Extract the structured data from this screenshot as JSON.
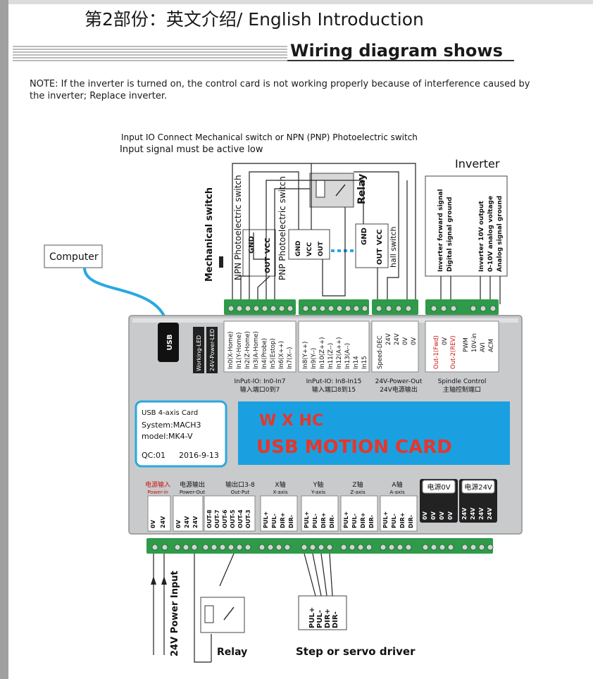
{
  "header": {
    "title": "第2部份：英文介绍/ English Introduction",
    "section_title": "Wiring diagram shows",
    "note": "NOTE: If the inverter is turned on, the control card is not working properly because of interference caused by the inverter; Replace inverter."
  },
  "labels": {
    "input_caption_1": "Input IO Connect Mechanical switch or NPN (PNP) Photoelectric switch",
    "input_caption_2": "Input signal must be active low",
    "inverter": "Inverter",
    "computer": "Computer",
    "mechanical_switch": "Mechanical switch",
    "npn": "NPN Photoelectric switch",
    "pnp": "PNP Photoelectric switch",
    "relay": "Relay",
    "hall_switch": "hall switch",
    "gnd": "GND",
    "vcc": "VCC",
    "out": "OUT",
    "inverter_signals": [
      "Inverter forward signal",
      "Digital signal ground",
      "Inverter 10V output",
      "0-10V analog voltage",
      "Analog signal ground"
    ],
    "power_input": "24V Power Input",
    "relay_bottom": "Relay",
    "driver_signals": [
      "PUL+",
      "PUL-",
      "DIR+",
      "DIR-"
    ],
    "step_driver": "Step or servo driver"
  },
  "card": {
    "usb": "USB",
    "leds": [
      "Working-LED",
      "24V-Power-LED"
    ],
    "inputs_1": [
      "In0(X-Home)",
      "In1(Y-Home)",
      "In2(Z-Home)",
      "In3(A-Home)",
      "In4(Probe)",
      "In5(Estop)",
      "In6(X++)",
      "In7(X--)"
    ],
    "inputs_1_caption": "InPut-IO: In0-In7",
    "inputs_1_caption_cn": "输入端口0到7",
    "inputs_2": [
      "In8(Y++)",
      "In9(Y--)",
      "In10(Z++)",
      "In11(Z--)",
      "In12(A++)",
      "In13(A--)",
      "In14",
      "In15"
    ],
    "inputs_2_caption": "InPut-IO: In8-In15",
    "inputs_2_caption_cn": "输入端口8到15",
    "power_out": [
      "Speed-DEC",
      "24V",
      "24V",
      "0V",
      "0V"
    ],
    "power_out_caption": "24V-Power-Out",
    "power_out_caption_cn": "24V电源输出",
    "spindle": [
      "Out-1(Fwd)",
      "0V",
      "Out-2(REV)",
      "PWM",
      "10V-in",
      "AVI",
      "ACM"
    ],
    "spindle_caption": "Spindle Control",
    "spindle_caption_cn": "主轴控制端口",
    "info": {
      "line1": "USB 4-axis Card",
      "line2": "System:MACH3",
      "line3": "model:MK4-V",
      "qc": "QC:01",
      "date": "2016-9-13"
    },
    "logo": "W X HC",
    "banner": "USB MOTION CARD",
    "bottom_groups": {
      "power_in_cn": "电源输入",
      "power_in": "Power-in",
      "power_in_pins": [
        "0V",
        "24V"
      ],
      "power_out_cn": "电源输出",
      "power_out": "Power-Out",
      "power_out_pins": [
        "0V",
        "24V",
        "24V"
      ],
      "outputs_cn": "输出口3-8",
      "outputs": "Out-Put",
      "outputs_pins": [
        "OUT-8",
        "OUT-7",
        "OUT-6",
        "OUT-5",
        "OUT-4",
        "OUT-3"
      ],
      "x_cn": "X轴",
      "x": "X-axis",
      "y_cn": "Y轴",
      "y": "Y-axis",
      "z_cn": "Z轴",
      "z": "Z-axis",
      "a_cn": "A轴",
      "a": "A-axis",
      "axis_pins": [
        "PUL+",
        "PUL-",
        "DIR+",
        "DIR-"
      ],
      "zero_v_cn": "电源0V",
      "zero_v_pins": [
        "0V",
        "0V",
        "0V",
        "0V"
      ],
      "v24_cn": "电源24V",
      "v24_pins": [
        "24V",
        "24V",
        "24V",
        "24V"
      ]
    }
  },
  "colors": {
    "terminal_green": "#2e9a4a",
    "banner_blue": "#1aa0e0",
    "banner_text": "#e8352a",
    "usb_cable": "#29a8e0",
    "card_grey": "#c8cacb"
  }
}
